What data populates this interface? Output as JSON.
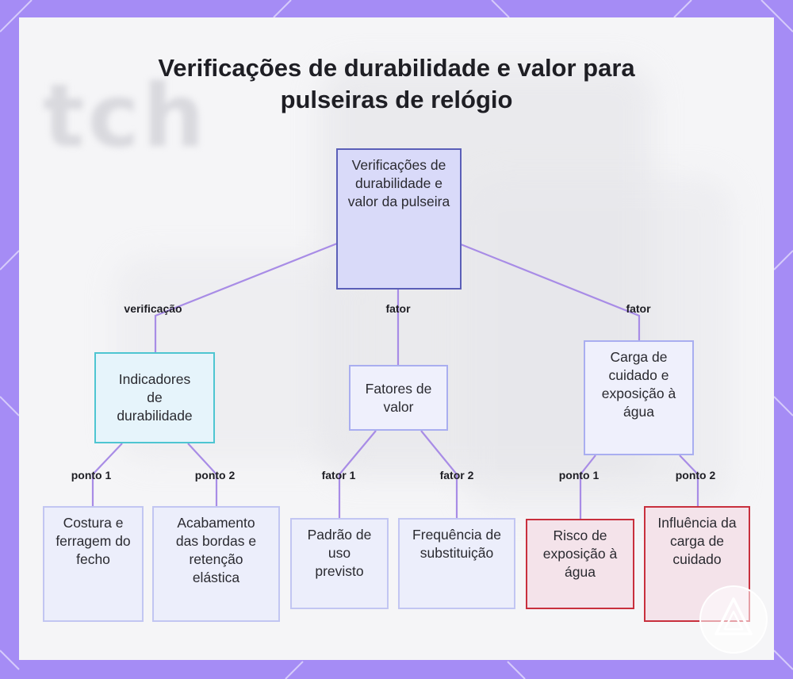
{
  "title": "Verificações de durabilidade e valor para pulseiras de relógio",
  "watermark_text": "tch",
  "colors": {
    "frame": "#a58cf5",
    "edge": "#a88ce6",
    "root_fill": "#d9daf9",
    "root_border": "#5b5fb8",
    "cyan_border": "#4ec5d1",
    "red_border": "#c8303d"
  },
  "nodes": {
    "root": "Verificações de durabilidade e valor da pulseira",
    "durability": "Indicadores de durabilidade",
    "value": "Fatores de valor",
    "care": "Carga de cuidado e exposição à água",
    "stitching": "Costura e ferragem do fecho",
    "edges": "Acabamento das bordas e retenção elástica",
    "usage": "Padrão de uso previsto",
    "replacement": "Frequência de substituição",
    "water": "Risco de exposição à água",
    "care_load": "Influência da carga de cuidado"
  },
  "edge_labels": {
    "verificacao": "verificação",
    "fator_value": "fator",
    "fator_care": "fator",
    "ponto1_a": "ponto 1",
    "ponto2_a": "ponto 2",
    "fator1": "fator 1",
    "fator2": "fator 2",
    "ponto1_b": "ponto 1",
    "ponto2_b": "ponto 2"
  },
  "logo_icon": "triangle-logo-icon"
}
